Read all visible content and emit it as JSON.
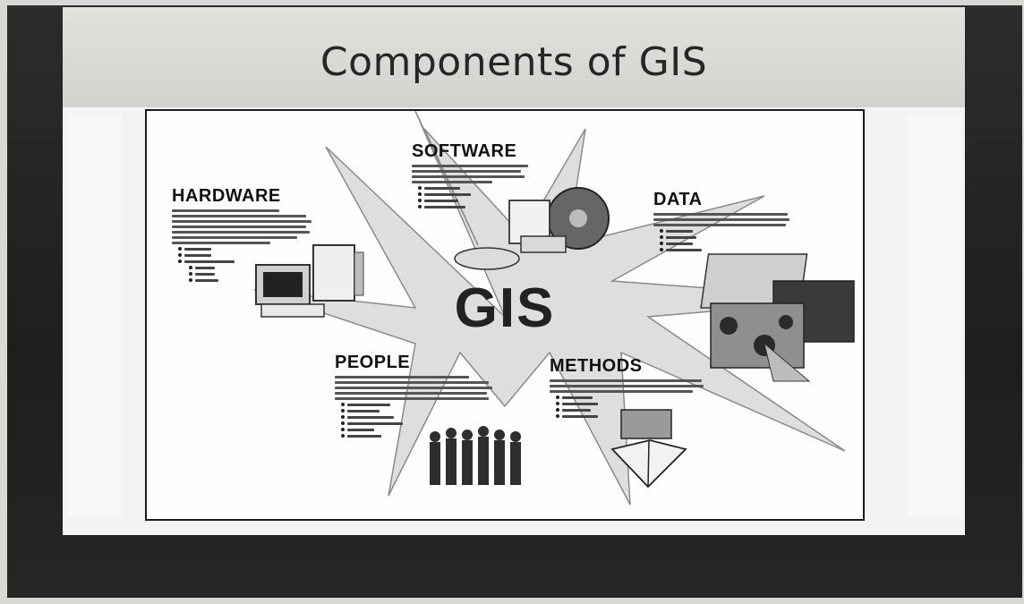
{
  "slide": {
    "title": "Components of GIS"
  },
  "diagram": {
    "center_label": "GIS",
    "sections": {
      "software": {
        "title": "SOFTWARE"
      },
      "hardware": {
        "title": "HARDWARE"
      },
      "data": {
        "title": "DATA"
      },
      "people": {
        "title": "PEOPLE"
      },
      "methods": {
        "title": "METHODS"
      }
    }
  }
}
